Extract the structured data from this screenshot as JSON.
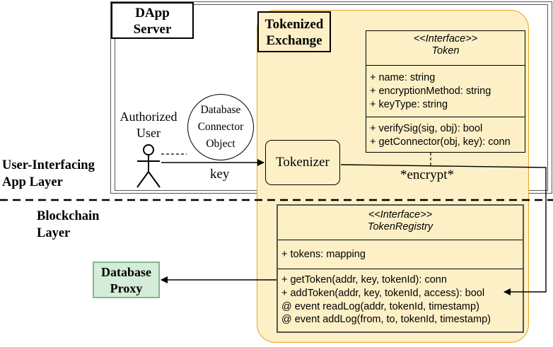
{
  "dapp_server": {
    "label_line1": "DApp",
    "label_line2": "Server"
  },
  "tokenized_exchange": {
    "label_line1": "Tokenized",
    "label_line2": "Exchange"
  },
  "token_interface": {
    "stereotype": "<<Interface>>",
    "name": "Token",
    "attributes": [
      "+ name: string",
      "+ encryptionMethod: string",
      "+ keyType: string"
    ],
    "methods": [
      "+ verifySig(sig, obj): bool",
      "+ getConnector(obj, key): conn"
    ]
  },
  "token_registry": {
    "stereotype": "<<Interface>>",
    "name": "TokenRegistry",
    "attributes": [
      "+ tokens: mapping"
    ],
    "methods": [
      "+ getToken(addr, key, tokenId): conn",
      "+ addToken(addr, key, tokenId, access): bool",
      "@ event readLog(addr, tokenId, timestamp)",
      "@ event addLog(from, to, tokenId, timestamp)"
    ]
  },
  "actor": {
    "label_line1": "Authorized",
    "label_line2": "User"
  },
  "db_connector": {
    "line1": "Database",
    "line2": "Connector",
    "line3": "Object"
  },
  "tokenizer": {
    "label": "Tokenizer"
  },
  "edge_labels": {
    "key": "key",
    "encrypt": "*encrypt*"
  },
  "layers": {
    "user_layer_line1": "User-Interfacing",
    "user_layer_line2": "App Layer",
    "blockchain_line1": "Blockchain",
    "blockchain_line2": "Layer"
  },
  "database_proxy": {
    "line1": "Database",
    "line2": "Proxy"
  }
}
